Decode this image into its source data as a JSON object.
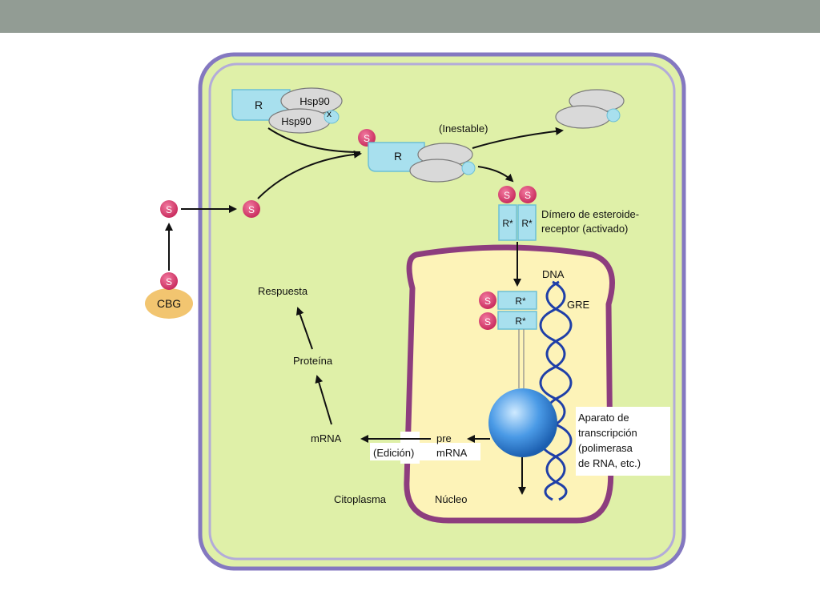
{
  "labels": {
    "r_top": "R",
    "hsp90_a": "Hsp90",
    "hsp90_b": "Hsp90",
    "x_mark": "x",
    "inestable": "(Inestable)",
    "r_mid": "R",
    "s_symbol": "S",
    "r_star": "R*",
    "dimer_line1": "Dímero de esteroide-",
    "dimer_line2": "receptor (activado)",
    "dna": "DNA",
    "gre": "GRE",
    "cbg": "CBG",
    "respuesta": "Respuesta",
    "proteina": "Proteína",
    "mrna": "mRNA",
    "pre": "pre",
    "pre_mrna": "mRNA",
    "edicion": "(Edición)",
    "aparato_1": "Aparato de",
    "aparato_2": "transcripción",
    "aparato_3": "(polimerasa",
    "aparato_4": "de RNA, etc.)",
    "citoplasma": "Citoplasma",
    "nucleo": "Núcleo"
  },
  "colors": {
    "header": "#929c94",
    "cell_wall": "#8478c0",
    "cytoplasm": "#dff0a8",
    "nucleus_membrane": "#8d3d7e",
    "nucleoplasm": "#fdf3b8",
    "steroid": "#de3f72",
    "receptor": "#a8e0ee",
    "hsp90": "#d9d9d9",
    "dna": "#1f3fa8",
    "cbg": "#f2c570",
    "transcription_ball": "#3f8fe0"
  }
}
